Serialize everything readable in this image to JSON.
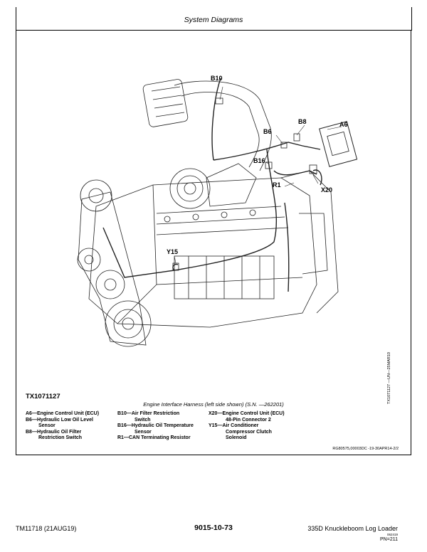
{
  "header": {
    "title": "System Diagrams"
  },
  "figure": {
    "id": "TX1071127",
    "side_code": "TX1071127 —UN—25MAR10",
    "caption": "Engine Interface Harness (left side shown) (S.N. —262201)",
    "callouts": {
      "b10": "B10",
      "b8": "B8",
      "a6": "A6",
      "b6": "B6",
      "b16": "B16",
      "r1": "R1",
      "x20": "X20",
      "y15": "Y15"
    }
  },
  "legend": {
    "col1": [
      {
        "key": "A6—",
        "lines": [
          "Engine Control Unit (ECU)"
        ]
      },
      {
        "key": "B6—",
        "lines": [
          "Hydraulic Low Oil Level",
          "Sensor"
        ]
      },
      {
        "key": "B8—",
        "lines": [
          "Hydraulic Oil Filter",
          "Restriction Switch"
        ]
      }
    ],
    "col2": [
      {
        "key": "B10—",
        "lines": [
          "Air Filter Restriction",
          "Switch"
        ]
      },
      {
        "key": "B16—",
        "lines": [
          "Hydraulic Oil Temperature",
          "Sensor"
        ]
      },
      {
        "key": "R1—",
        "lines": [
          "CAN Terminating Resistor"
        ]
      }
    ],
    "col3": [
      {
        "key": "X20—",
        "lines": [
          "Engine Control Unit (ECU)",
          "48-Pin Connector 2"
        ]
      },
      {
        "key": "Y15—",
        "lines": [
          "Air Conditioner",
          "Compressor Clutch",
          "Solenoid"
        ]
      }
    ]
  },
  "ref_code": "RG80575,00003DC -19-30APR14-2/2",
  "footer": {
    "manual": "TM11718 (21AUG19)",
    "page": "9015-10-73",
    "product": "335D Knuckleboom Log Loader",
    "small": "062419",
    "pn": "PN=211"
  }
}
